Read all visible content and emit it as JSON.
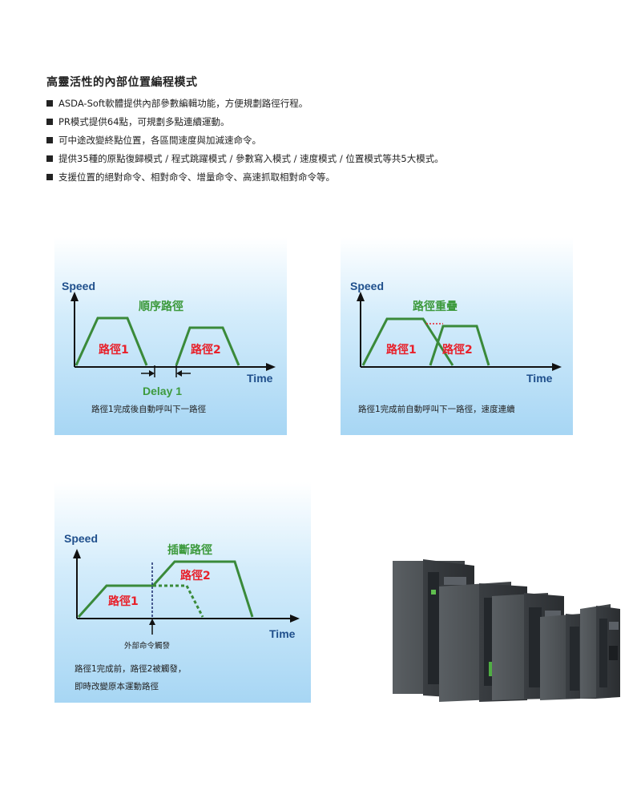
{
  "header": {
    "title": "高靈活性的內部位置編程模式",
    "bullets": [
      "ASDA-Soft軟體提供內部參數編輯功能，方便規劃路徑行程。",
      "PR模式提供64點，可規劃多點連續運動。",
      "可中途改變終點位置，各區間速度與加減速命令。",
      "提供35種的原點復歸模式 / 程式跳躍模式 / 參數寫入模式 / 速度模式 / 位置模式等共5大模式。",
      "支援位置的絕對命令、相對命令、增量命令、高速抓取相對命令等。"
    ]
  },
  "panels": {
    "sequential": {
      "speed_label": "Speed",
      "time_label": "Time",
      "title": "順序路徑",
      "path1": "路徑1",
      "path2": "路徑2",
      "delay": "Delay 1",
      "caption": "路徑1完成後自動呼叫下一路徑"
    },
    "overlap": {
      "speed_label": "Speed",
      "time_label": "Time",
      "title": "路徑重疊",
      "path1": "路徑1",
      "path2": "路徑2",
      "caption": "路徑1完成前自動呼叫下一路徑，速度連續"
    },
    "interrupt": {
      "speed_label": "Speed",
      "time_label": "Time",
      "title": "插斷路徑",
      "path1": "路徑1",
      "path2": "路徑2",
      "trigger": "外部命令觸發",
      "caption_line1": "路徑1完成前，路徑2被觸發，",
      "caption_line2": "即時改變原本運動路徑"
    }
  },
  "colors": {
    "axis_label": "#1f4f8c",
    "path_title": "#3d9a3d",
    "path_line": "#3a8a3a",
    "path_text": "#e8202a"
  }
}
